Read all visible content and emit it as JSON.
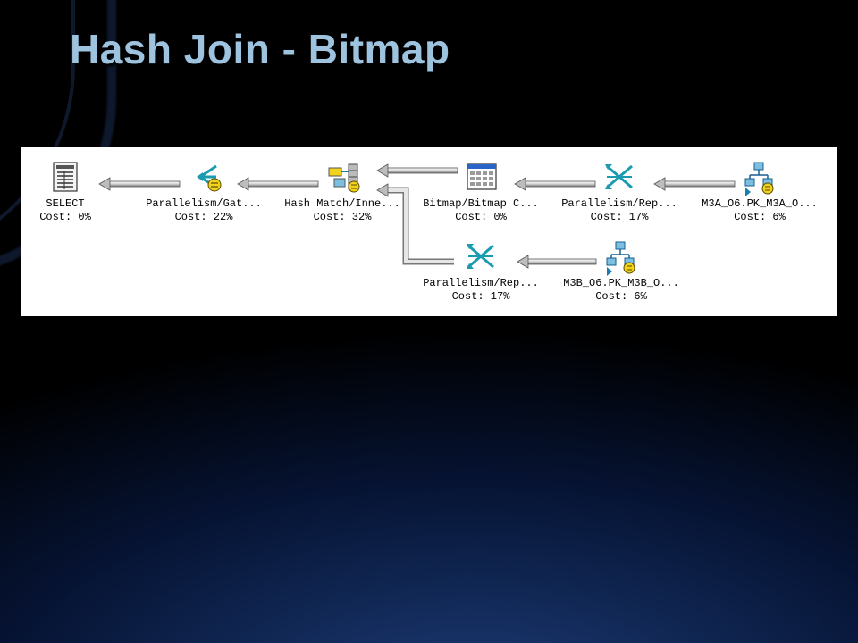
{
  "slide": {
    "title": "Hash Join - Bitmap"
  },
  "plan": {
    "operators": [
      {
        "id": "select",
        "icon": "select-result-icon",
        "name": "SELECT",
        "cost": "Cost: 0%"
      },
      {
        "id": "gather",
        "icon": "parallelism-gather-icon",
        "name": "Parallelism/Gat...",
        "cost": "Cost: 22%"
      },
      {
        "id": "hashmatch",
        "icon": "hash-match-icon",
        "name": "Hash Match/Inne...",
        "cost": "Cost: 32%"
      },
      {
        "id": "bitmap",
        "icon": "bitmap-icon",
        "name": "Bitmap/Bitmap C...",
        "cost": "Cost: 0%"
      },
      {
        "id": "repartition-a",
        "icon": "parallelism-repartition-icon",
        "name": "Parallelism/Rep...",
        "cost": "Cost: 17%"
      },
      {
        "id": "scan-a",
        "icon": "index-scan-icon",
        "name": "M3A_O6.PK_M3A_O...",
        "cost": "Cost: 6%"
      },
      {
        "id": "repartition-b",
        "icon": "parallelism-repartition-icon",
        "name": "Parallelism/Rep...",
        "cost": "Cost: 17%"
      },
      {
        "id": "scan-b",
        "icon": "index-scan-icon",
        "name": "M3B_O6.PK_M3B_O...",
        "cost": "Cost: 6%"
      }
    ]
  }
}
